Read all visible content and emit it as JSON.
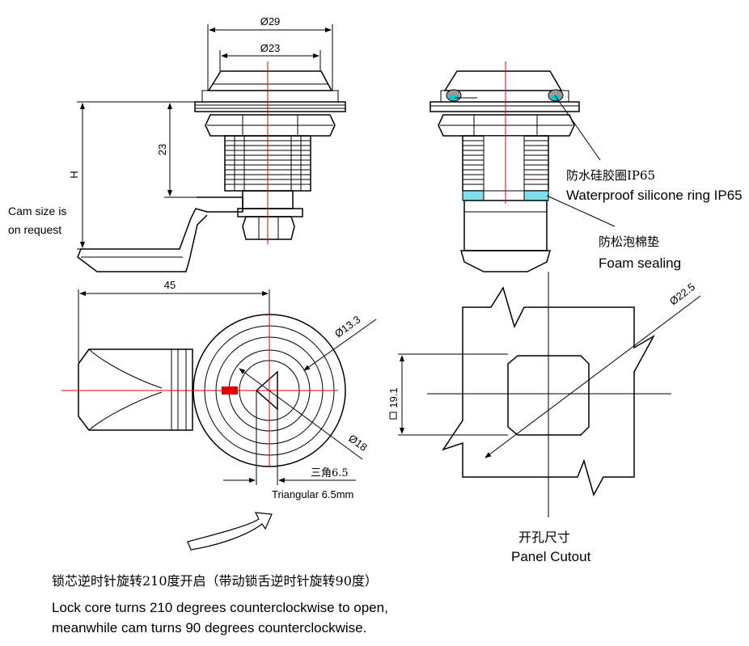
{
  "dimensions": {
    "d29": "Ø29",
    "d23": "Ø23",
    "h23": "23",
    "h": "H",
    "w45": "45",
    "d13_3": "Ø13.3",
    "d18": "Ø18",
    "d22_5": "Ø22.5",
    "s19_1": "19.1"
  },
  "labels": {
    "cam_size_line1": "Cam size is",
    "cam_size_line2": "on request",
    "waterproof_cn": "防水硅胶圈IP65",
    "waterproof_en": "Waterproof silicone ring IP65",
    "foam_cn": "防松泡棉垫",
    "foam_en": "Foam sealing",
    "triangular_cn": "三角6.5",
    "triangular_en": "Triangular 6.5mm",
    "panel_cutout_cn": "开孔尺寸",
    "panel_cutout_en": "Panel Cutout",
    "rotation_cn": "锁芯逆时针旋转210度开启（带动锁舌逆时针旋转90度）",
    "rotation_en_line1": "Lock core turns 210 degrees counterclockwise to open,",
    "rotation_en_line2": "meanwhile cam turns 90 degrees counterclockwise."
  },
  "colors": {
    "line": "#000000",
    "centerline": "#e00000",
    "silicone_ring": "#00c8d8",
    "foam": "#7fe0ec"
  }
}
